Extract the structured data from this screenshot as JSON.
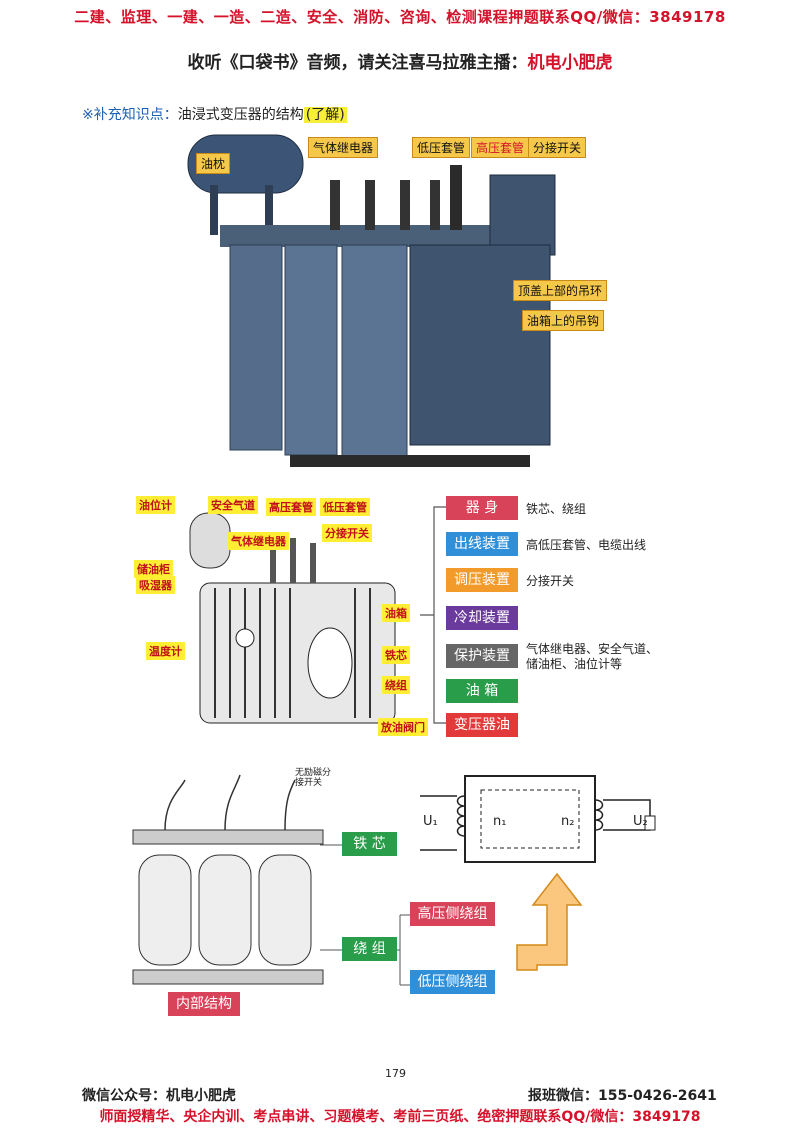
{
  "header": {
    "banner": "二建、监理、一建、一造、二造、安全、消防、咨询、检测课程押题联系QQ/微信：3849178",
    "subtitle_prefix": "收听《口袋书》音频，请关注喜马拉雅主播：",
    "subtitle_accent": "机电小肥虎"
  },
  "supplement": {
    "mark": "※补充知识点：",
    "text": "油浸式变压器的结构",
    "highlight": "(了解)"
  },
  "figure1": {
    "labels": {
      "oil_pillow": "油枕",
      "gas_relay": "气体继电器",
      "low_bushing": "低压套管",
      "high_bushing": "高压套管",
      "tap_switch": "分接开关",
      "lifting_ring": "顶盖上部的吊环",
      "lifting_hook": "油箱上的吊钩"
    }
  },
  "figure2": {
    "labels": {
      "oil_gauge": "油位计",
      "safety_vent": "安全气道",
      "high_bushing": "高压套管",
      "low_bushing": "低压套管",
      "gas_relay": "气体继电器",
      "tap_switch": "分接开关",
      "conservator": "储油柜",
      "breather": "吸湿器",
      "oil_tank": "油箱",
      "thermometer": "温度计",
      "core": "铁芯",
      "winding": "绕组",
      "drain_valve": "放油阀门"
    },
    "categories": [
      {
        "label": "器  身",
        "desc": "铁芯、绕组",
        "color": "#d9435a"
      },
      {
        "label": "出线装置",
        "desc": "高低压套管、电缆出线",
        "color": "#2f8fd8"
      },
      {
        "label": "调压装置",
        "desc": "分接开关",
        "color": "#f39b2a"
      },
      {
        "label": "冷却装置",
        "desc": "",
        "color": "#6a3a9c"
      },
      {
        "label": "保护装置",
        "desc": "气体继电器、安全气道、储油柜、油位计等",
        "color": "#666666"
      },
      {
        "label": "油  箱",
        "desc": "",
        "color": "#2a9d4a"
      },
      {
        "label": "变压器油",
        "desc": "",
        "color": "#e23a3a"
      }
    ]
  },
  "figure3": {
    "core_box": "铁 芯",
    "winding_box": "绕 组",
    "high_winding": "高压侧绕组",
    "low_winding": "低压侧绕组",
    "internal": "内部结构",
    "switch_note": "无励磁分接开关",
    "circuit": {
      "u1": "U₁",
      "n1": "n₁",
      "n2": "n₂",
      "u2": "U₂"
    }
  },
  "footer": {
    "page_number": "179",
    "wechat_public": "微信公众号：机电小肥虎",
    "signup": "报班微信：155-0426-2641",
    "banner": "师面授精华、央企内训、考点串讲、习题模考、考前三页纸、绝密押题联系QQ/微信：3849178"
  }
}
